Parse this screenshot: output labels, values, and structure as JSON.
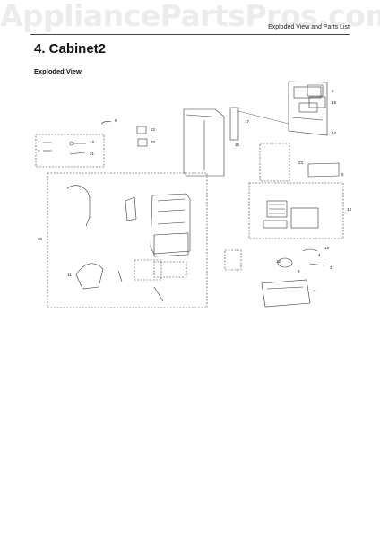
{
  "watermark": "AppliancePartsPros.com",
  "header": {
    "right_text": "Exploded View and Parts List"
  },
  "section_title": "4.  Cabinet2",
  "subtitle": "Exploded View",
  "callouts": [
    "1",
    "2",
    "3",
    "4",
    "5",
    "6",
    "7",
    "8",
    "9",
    "10",
    "11",
    "12",
    "13",
    "14",
    "15",
    "16",
    "17",
    "18",
    "19",
    "20",
    "21",
    "22",
    "23"
  ]
}
